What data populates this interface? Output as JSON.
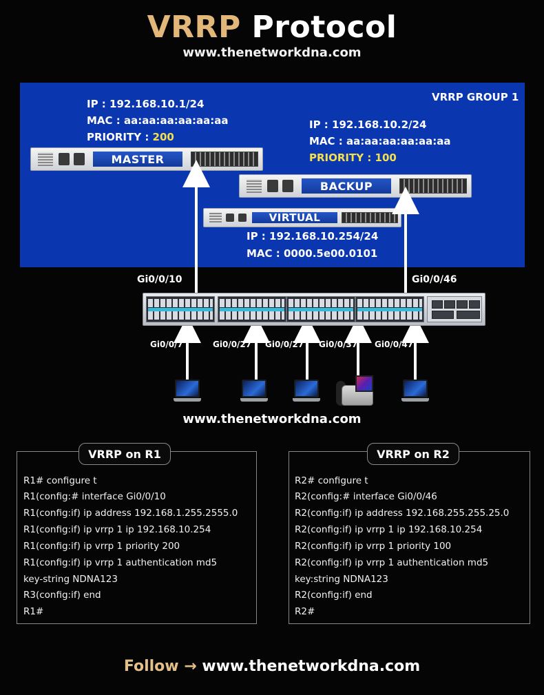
{
  "header": {
    "title_part1": "VRRP",
    "title_part2": "Protocol",
    "subtitle": "www.thenetworkdna.com"
  },
  "group_label": "VRRP GROUP 1",
  "master": {
    "ip": "IP : 192.168.10.1/24",
    "mac": "MAC : aa:aa:aa:aa:aa:aa",
    "priority_label": "PRIORITY : ",
    "priority_value": "200",
    "device_label": "MASTER"
  },
  "backup": {
    "ip": "IP : 192.168.10.2/24",
    "mac": "MAC : aa:aa:aa:aa:aa:aa",
    "priority_label": "PRIORITY : ",
    "priority_value": "100",
    "device_label": "BACKUP"
  },
  "virtual": {
    "device_label": "VIRTUAL",
    "ip": "IP : 192.168.10.254/24",
    "mac": "MAC : 0000.5e00.0101"
  },
  "switch_ports": {
    "uplink_left": "Gi0/0/10",
    "uplink_right": "Gi0/0/46",
    "access": [
      "Gi0/0/7",
      "Gi0/0/27",
      "Gi0/0/27",
      "Gi0/0/37",
      "Gi0/0/47"
    ]
  },
  "endpoints": {
    "icons": [
      "laptop-icon",
      "laptop-icon",
      "laptop-icon",
      "ip-phone-icon",
      "laptop-icon"
    ]
  },
  "mid_url": "www.thenetworkdna.com",
  "config_r1": {
    "title": "VRRP on R1",
    "lines": [
      "R1# configure t",
      "R1(config:# interface Gi0/0/10",
      "R1(config:if) ip address 192.168.1.255.2555.0",
      "R1(config:if) ip vrrp 1 ip 192.168.10.254",
      "R1(config:if) ip vrrp 1 priority 200",
      "R1(config:if) ip vrrp 1 authentication md5",
      "key-string NDNA123",
      "R3(config:if) end",
      "R1#"
    ]
  },
  "config_r2": {
    "title": "VRRP on R2",
    "lines": [
      "R2# configure t",
      "R2(config:# interface Gi0/0/46",
      "R2(config:if) ip address 192.168.255.255.25.0",
      "R2(config:if) ip vrrp 1 ip 192.168.10.254",
      "R2(config:if) ip vrrp 1 priority 100",
      "R2(config:if) ip vrrp 1 authentication md5",
      "key:string NDNA123",
      "R2(config:if) end",
      "R2#"
    ]
  },
  "footer": {
    "follow": "Follow",
    "arrow": "→",
    "url": "www.thenetworkdna.com"
  },
  "colors": {
    "panel_blue": "#0a36b0",
    "priority_yellow": "#f4e04d",
    "title_gold": "#e3b77a",
    "switch_stripe": "#38b9d9"
  }
}
